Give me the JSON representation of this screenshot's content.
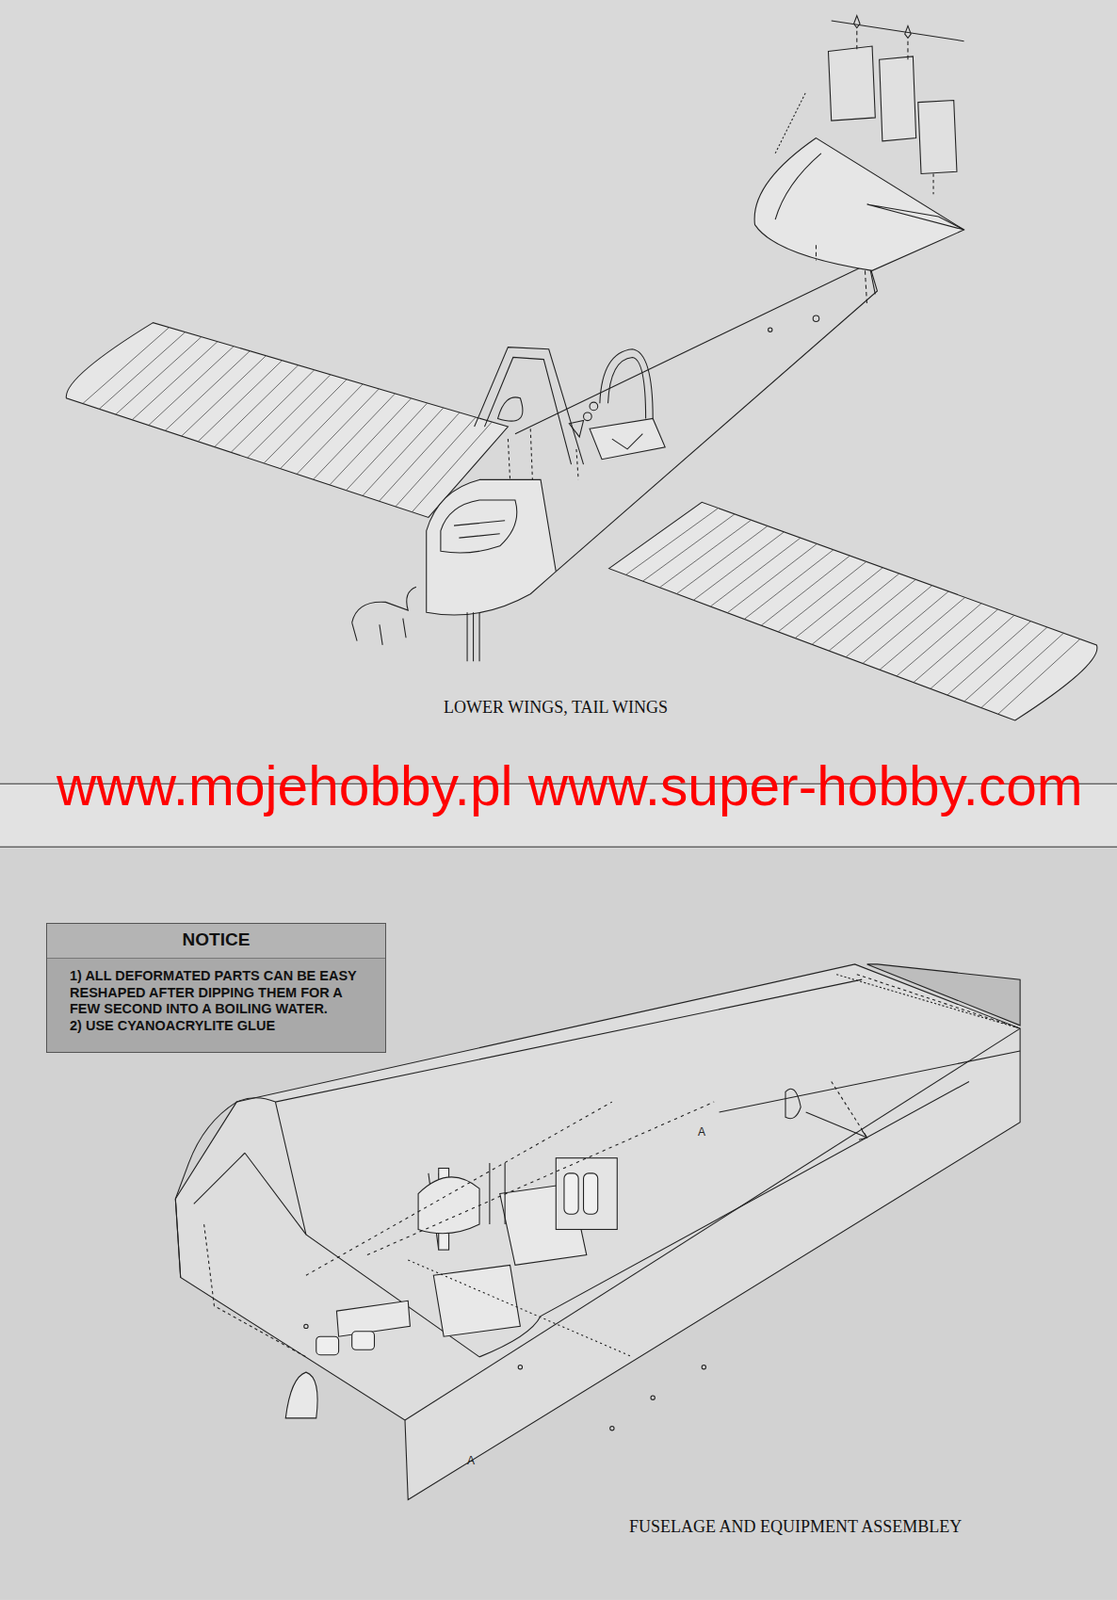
{
  "diagram": {
    "nodes": [
      {
        "text": [
          "NOTICE",
          "1) ALL DEFORMATED PARTS CAN BE EASY RESHAPED AFTER DIPPING THEM FOR A FEW SECOND INTO A BOILING WATER.",
          "2) USE CYANOACRYLITE GLUE"
        ]
      }
    ],
    "labels": [
      "LOWER WINGS, TAIL WINGS",
      "www.mojehobby.pl www.super-hobby.com",
      "A",
      "A",
      "FUSELAGE AND EQUIPMENT ASSEMBLEY"
    ]
  }
}
